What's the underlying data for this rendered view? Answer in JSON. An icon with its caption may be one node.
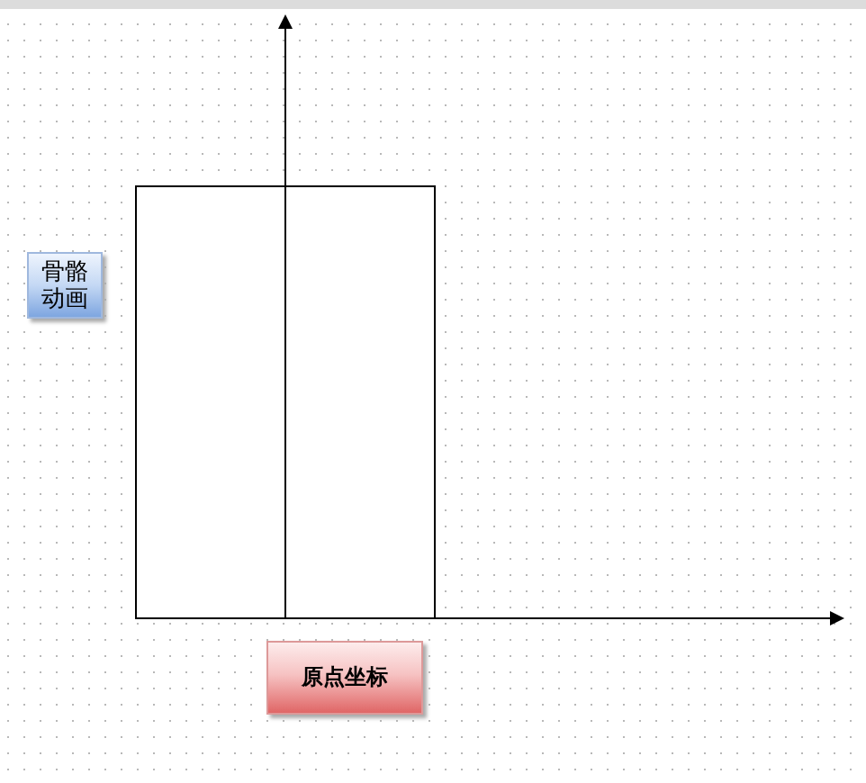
{
  "diagram": {
    "nodes": [
      {
        "text": [
          "骨骼动画"
        ]
      },
      {
        "text": [],
        "shape": "box"
      },
      {
        "text": [
          "原点坐标"
        ]
      }
    ]
  }
}
